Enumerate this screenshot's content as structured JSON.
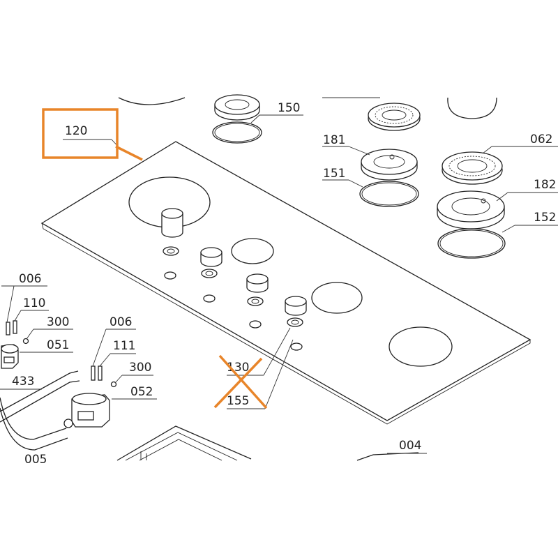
{
  "labels": {
    "p120": "120",
    "p150": "150",
    "p181": "181",
    "p062": "062",
    "p151": "151",
    "p182": "182",
    "p152": "152",
    "p006a": "006",
    "p110": "110",
    "p300a": "300",
    "p051": "051",
    "p006b": "006",
    "p111": "111",
    "p300b": "300",
    "p052": "052",
    "p433": "433",
    "p130": "130",
    "p155": "155",
    "p005": "005",
    "p004": "004"
  },
  "colors": {
    "highlight": "#e8852a",
    "line": "#222222"
  }
}
